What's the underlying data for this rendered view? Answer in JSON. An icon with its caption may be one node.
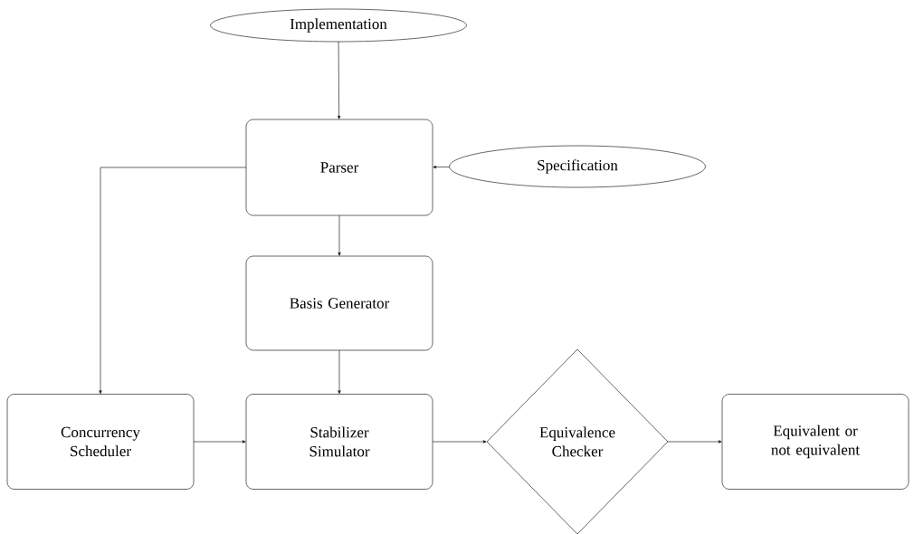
{
  "diagram": {
    "nodes": [
      {
        "text": [
          "Implementation"
        ]
      },
      {
        "text": [
          "Parser"
        ]
      },
      {
        "text": [
          "Specification"
        ]
      },
      {
        "text": [
          "Basis Generator"
        ]
      },
      {
        "text": [
          "Concurrency Scheduler"
        ]
      },
      {
        "text": [
          "Stabilizer Simulator"
        ]
      },
      {
        "text": [
          "Equivalence Checker"
        ]
      },
      {
        "text": [
          "Equivalent or not equivalent"
        ]
      }
    ],
    "edges": [
      {
        "from": 0,
        "to": 1,
        "arrow": "to"
      },
      {
        "from": 2,
        "to": 1,
        "arrow": "to"
      },
      {
        "from": 1,
        "to": 3,
        "arrow": "to"
      },
      {
        "from": 1,
        "to": 4,
        "arrow": "to"
      },
      {
        "from": 3,
        "to": 5,
        "arrow": "to"
      },
      {
        "from": 4,
        "to": 5,
        "arrow": "to"
      },
      {
        "from": 5,
        "to": 6,
        "arrow": "to"
      },
      {
        "from": 6,
        "to": 7,
        "arrow": "to"
      }
    ]
  }
}
